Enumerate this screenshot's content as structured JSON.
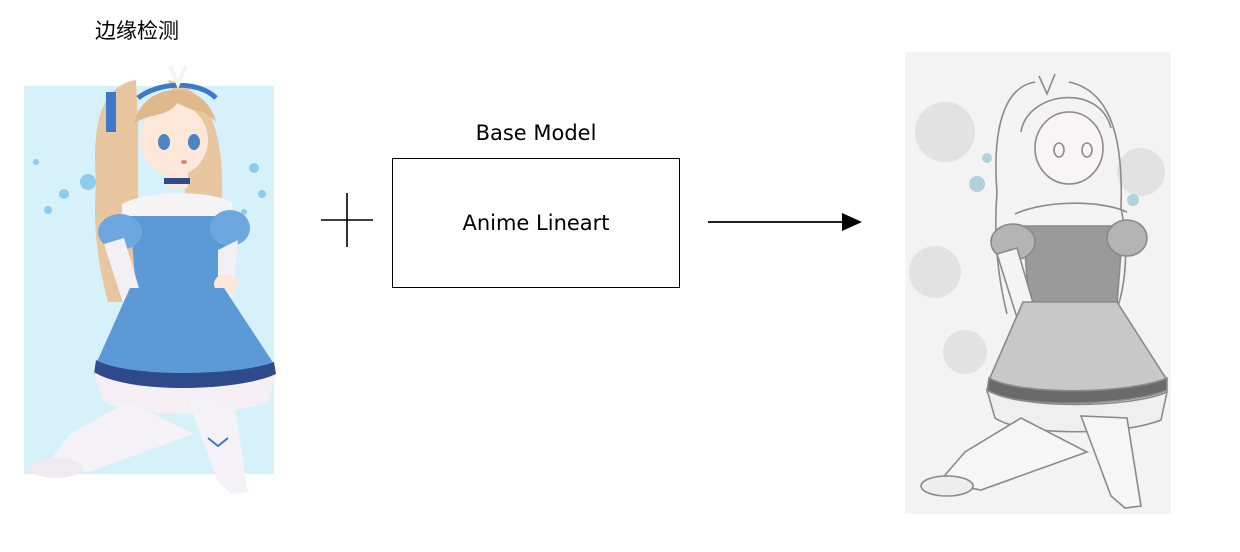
{
  "title": "边缘检测",
  "model": {
    "header": "Base Model",
    "name": "Anime Lineart"
  },
  "colors": {
    "input_background": "#d7f1fb",
    "dress_blue": "#5b9ad6",
    "hair": "#e8c7a0",
    "sketch_gray": "#8a8a8a"
  }
}
